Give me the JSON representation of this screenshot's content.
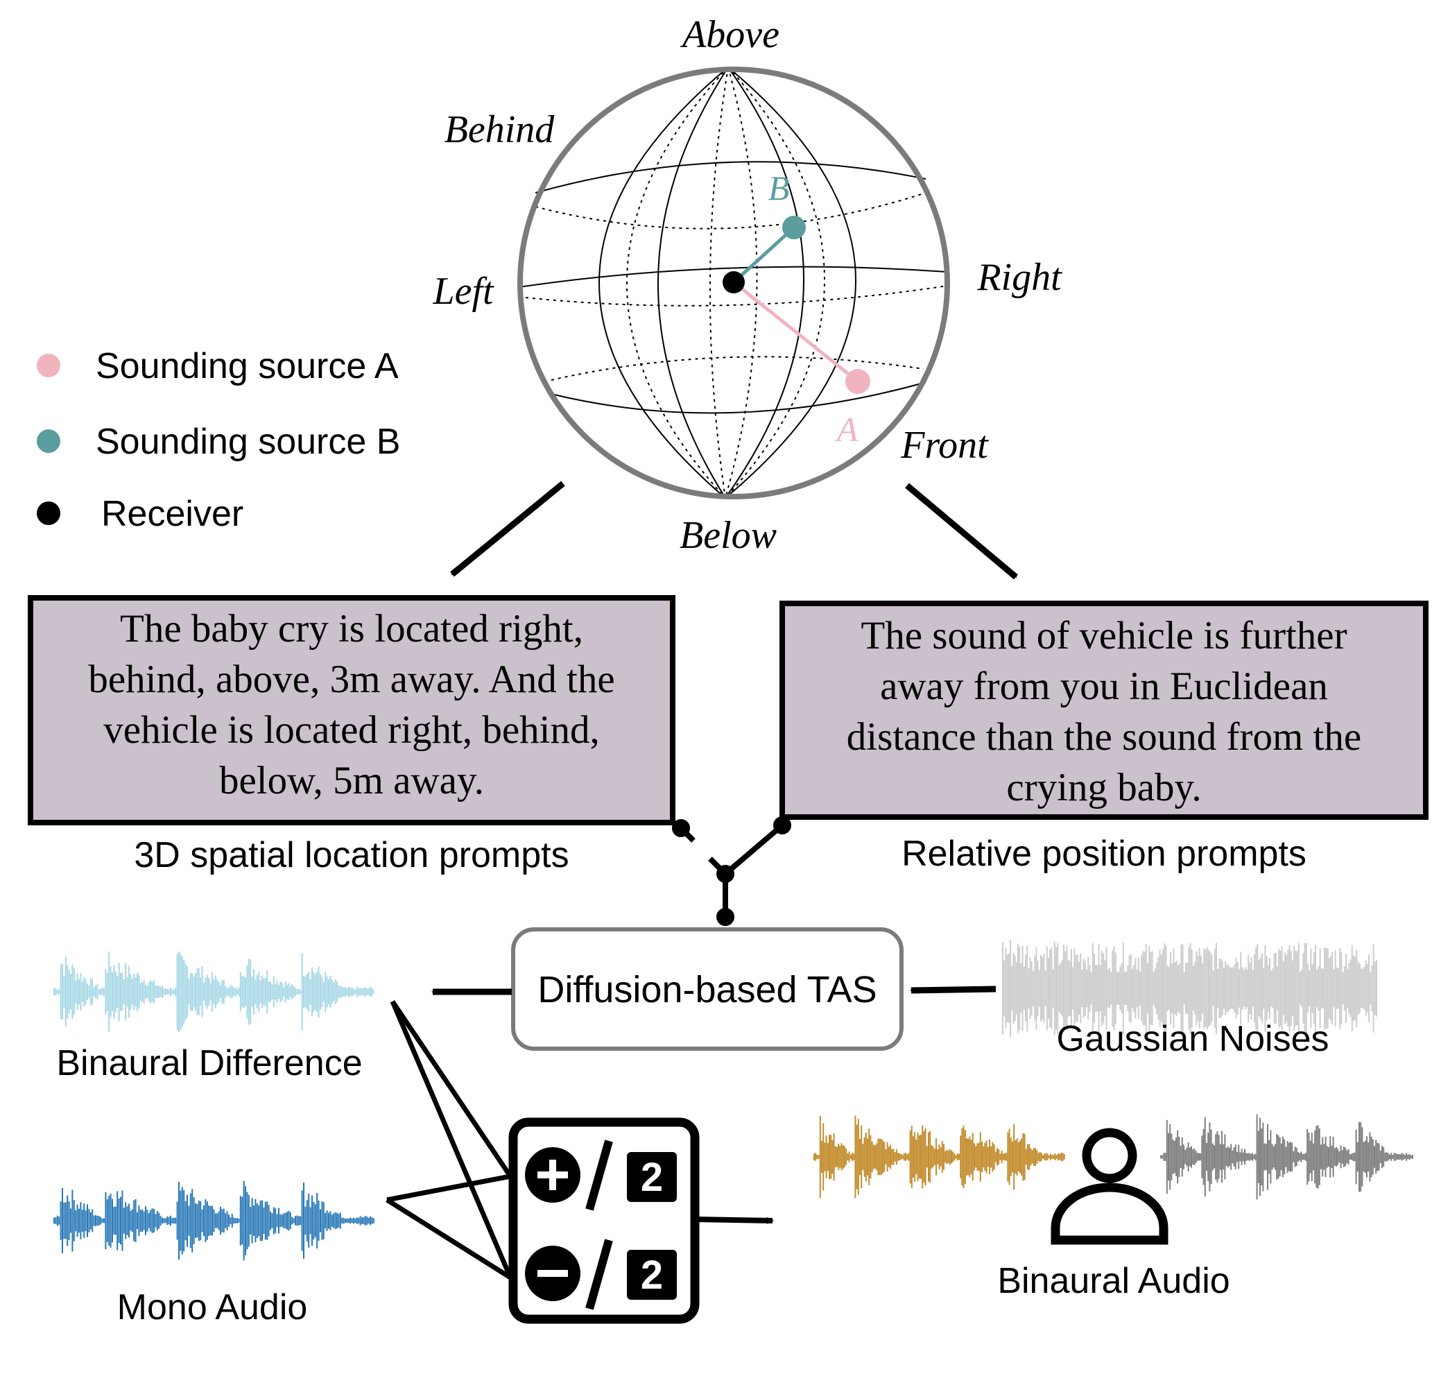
{
  "sphere": {
    "directions": {
      "above": "Above",
      "below": "Below",
      "left": "Left",
      "right": "Right",
      "front": "Front",
      "behind": "Behind"
    },
    "source_a_label": "A",
    "source_b_label": "B"
  },
  "legend": {
    "items": [
      {
        "label": "Sounding source A",
        "color": "#f0b4bf"
      },
      {
        "label": "Sounding source B",
        "color": "#5b9c9e"
      },
      {
        "label": "Receiver",
        "color": "#000000"
      }
    ]
  },
  "prompts": {
    "spatial": {
      "lines": [
        "The baby cry is located right,",
        "behind, above, 3m away. And the",
        "vehicle is located right, behind,",
        "below, 5m away."
      ],
      "caption": "3D spatial location prompts"
    },
    "relative": {
      "lines": [
        "The sound of vehicle is further",
        "away from you in Euclidean",
        "distance than the sound from the",
        "crying baby."
      ],
      "caption": "Relative position prompts"
    }
  },
  "model": {
    "label": "Diffusion-based TAS"
  },
  "noise": {
    "caption": "Gaussian Noises"
  },
  "outputs": {
    "binaural_difference": "Binaural Difference",
    "mono_audio": "Mono Audio",
    "binaural_audio": "Binaural Audio",
    "divisor": "2"
  },
  "colors": {
    "prompt_box_fill": "#cbc1cc",
    "source_a": "#f0b4bf",
    "source_b": "#5b9c9e",
    "binaural_difference_wave": "#a7d8e6",
    "mono_wave": "#2777b7",
    "noise_wave": "#cdcdcd",
    "left_channel_wave": "#c38c2d",
    "right_channel_wave": "#7f7f7f"
  }
}
